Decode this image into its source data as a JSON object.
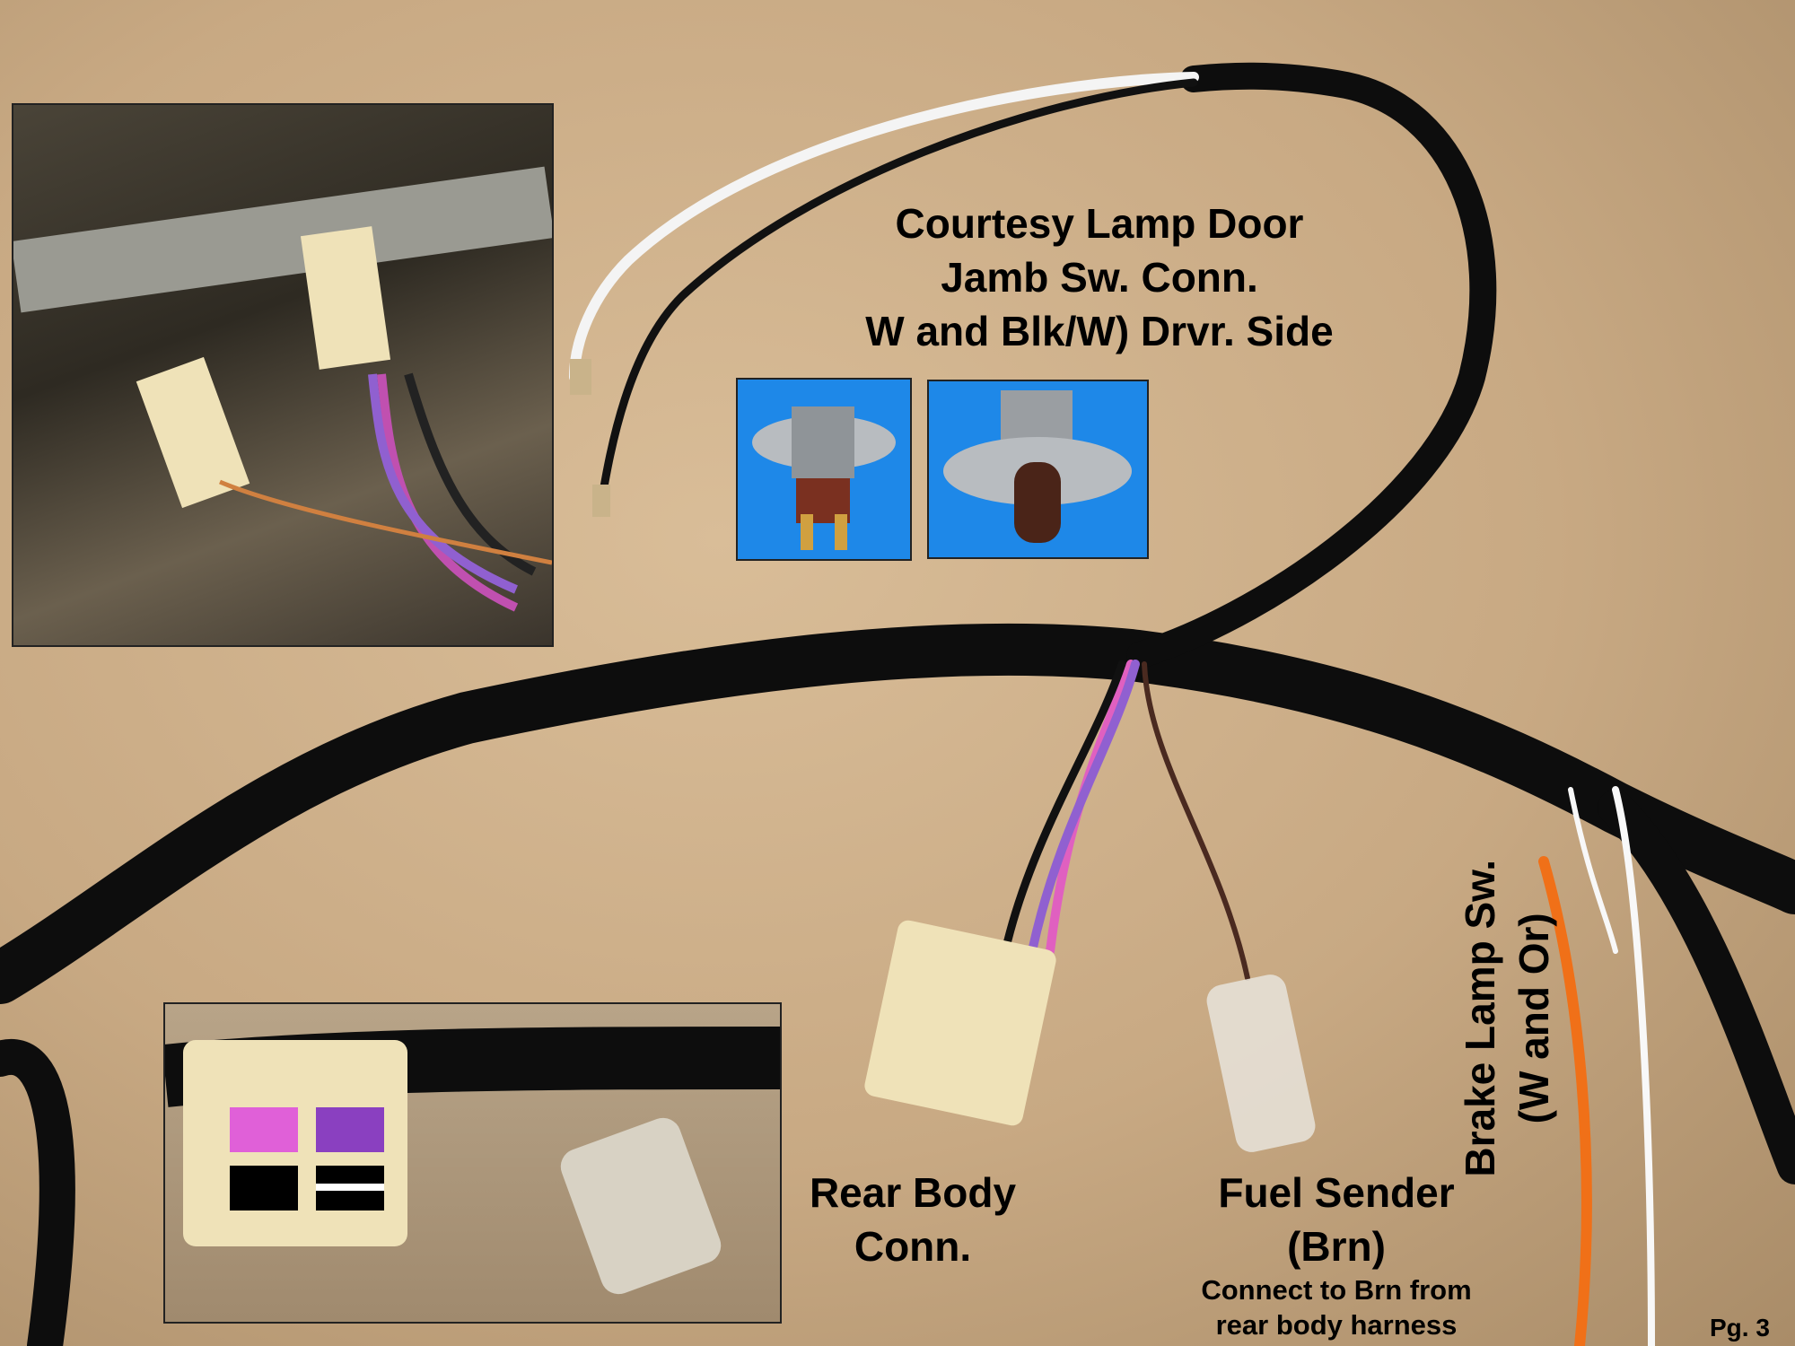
{
  "labels": {
    "courtesy": [
      "Courtesy Lamp Door",
      "Jamb Sw. Conn.",
      "W and Blk/W) Drvr. Side"
    ],
    "rear_body": [
      "Rear Body",
      "Conn."
    ],
    "fuel_sender": [
      "Fuel Sender",
      "(Brn)"
    ],
    "fuel_note": [
      "Connect to Brn from",
      "rear body harness"
    ],
    "brake": [
      "Brake Lamp Sw.",
      "(W and Or)"
    ],
    "page": "Pg. 3"
  },
  "colors": {
    "carpet": "#c8a983",
    "harness": "#0d0d0d",
    "connector": "#efe2b8",
    "switch_bg": "#1e88e8",
    "pink": "#e060c0",
    "purple": "#9060d0",
    "orange": "#f07018",
    "brown": "#4a2a20"
  }
}
